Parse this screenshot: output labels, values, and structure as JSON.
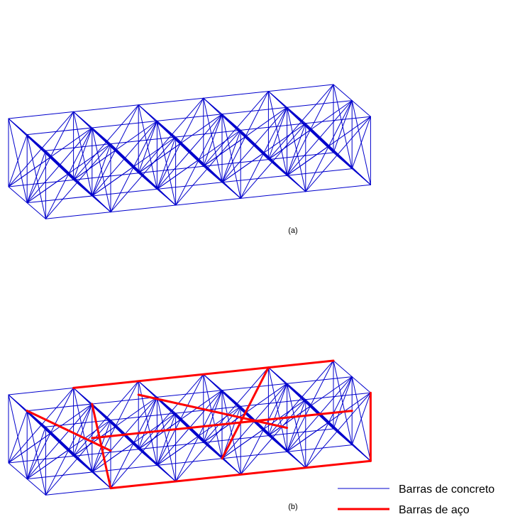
{
  "figure": {
    "caption_a": "(a)",
    "caption_b": "(b)",
    "legend": [
      {
        "label": "Barras de concreto",
        "color": "#0000cc",
        "weight": "thin"
      },
      {
        "label": "Barras de aço",
        "color": "#ff0000",
        "weight": "thick"
      }
    ],
    "colors": {
      "concrete": "#0000cc",
      "steel": "#ff0000",
      "background": "#ffffff"
    }
  }
}
